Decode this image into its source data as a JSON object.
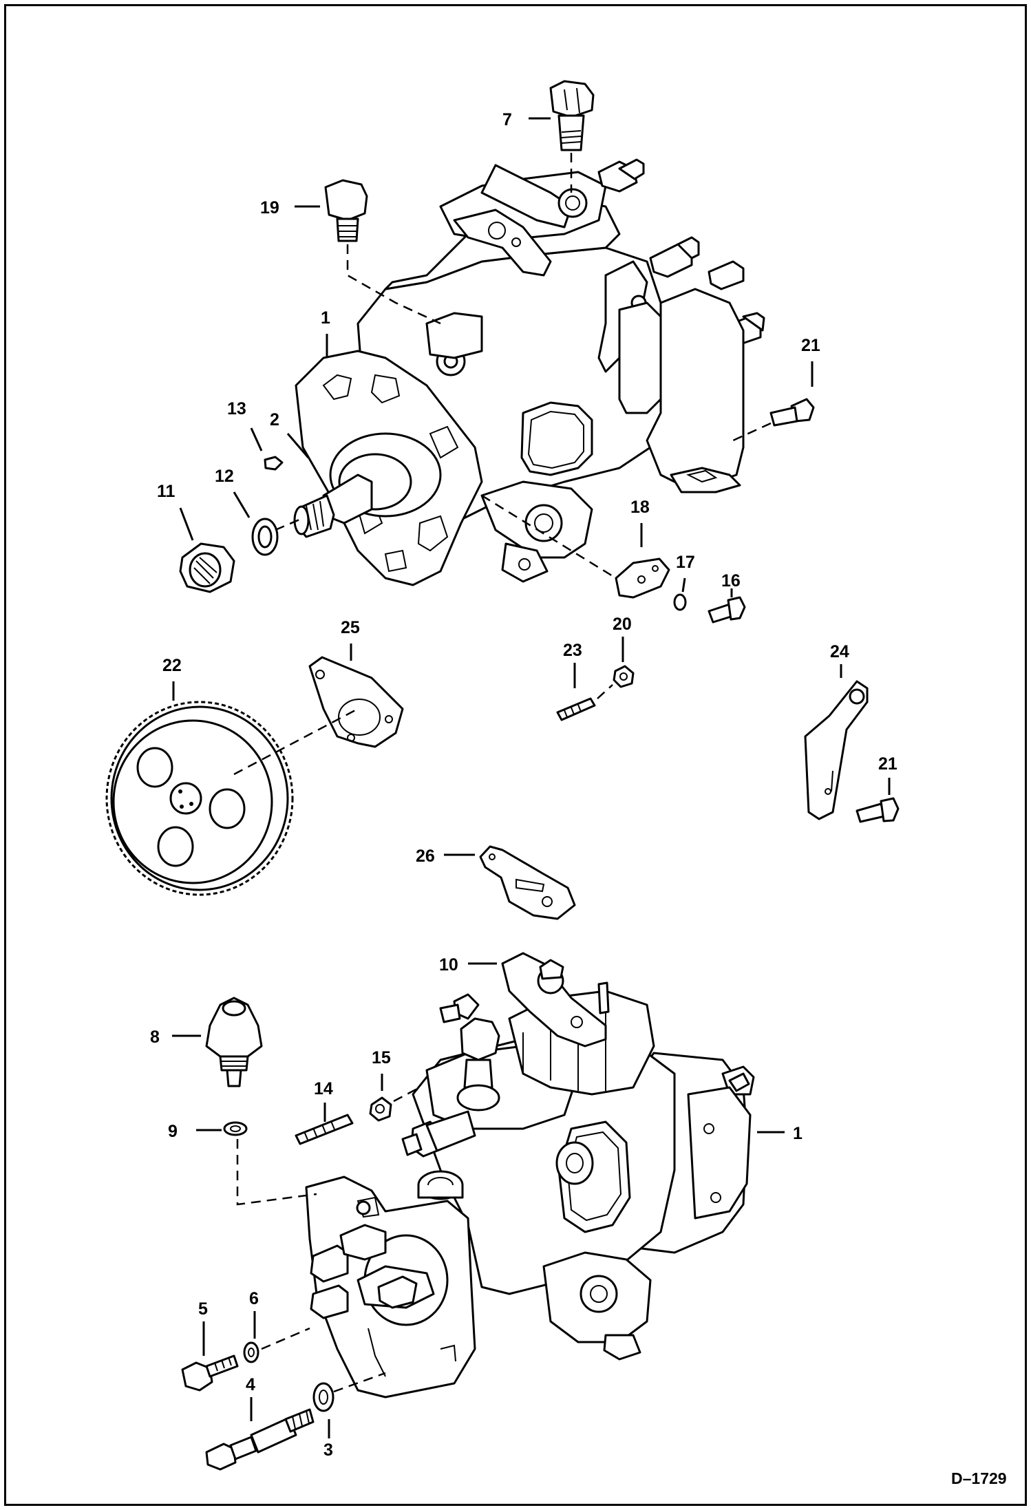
{
  "figure_id": "D–1729",
  "callouts": [
    {
      "id": "c7",
      "text": "7"
    },
    {
      "id": "c19",
      "text": "19"
    },
    {
      "id": "c1a",
      "text": "1"
    },
    {
      "id": "c21a",
      "text": "21"
    },
    {
      "id": "c13",
      "text": "13"
    },
    {
      "id": "c2",
      "text": "2"
    },
    {
      "id": "c12",
      "text": "12"
    },
    {
      "id": "c11",
      "text": "11"
    },
    {
      "id": "c18",
      "text": "18"
    },
    {
      "id": "c17",
      "text": "17"
    },
    {
      "id": "c16",
      "text": "16"
    },
    {
      "id": "c25",
      "text": "25"
    },
    {
      "id": "c20",
      "text": "20"
    },
    {
      "id": "c23",
      "text": "23"
    },
    {
      "id": "c24",
      "text": "24"
    },
    {
      "id": "c22",
      "text": "22"
    },
    {
      "id": "c21b",
      "text": "21"
    },
    {
      "id": "c26",
      "text": "26"
    },
    {
      "id": "c10",
      "text": "10"
    },
    {
      "id": "c8",
      "text": "8"
    },
    {
      "id": "c15",
      "text": "15"
    },
    {
      "id": "c14",
      "text": "14"
    },
    {
      "id": "c9",
      "text": "9"
    },
    {
      "id": "c1b",
      "text": "1"
    },
    {
      "id": "c6",
      "text": "6"
    },
    {
      "id": "c5",
      "text": "5"
    },
    {
      "id": "c4",
      "text": "4"
    },
    {
      "id": "c3",
      "text": "3"
    }
  ]
}
